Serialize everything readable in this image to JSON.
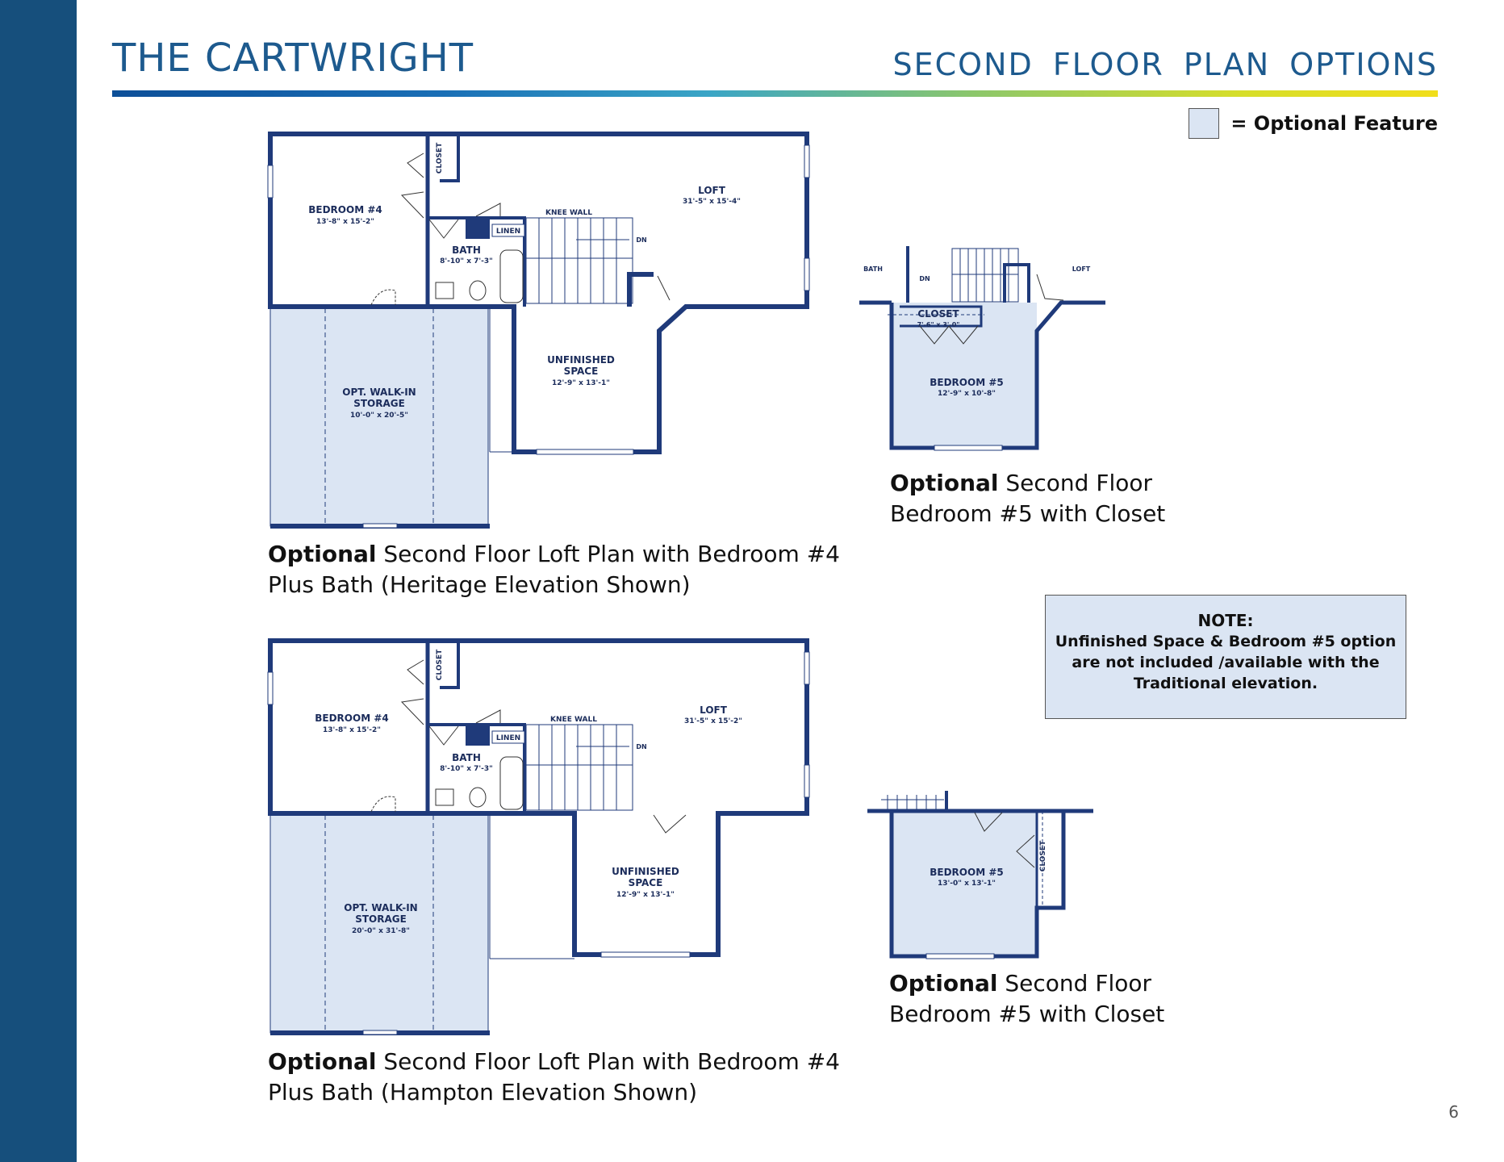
{
  "header": {
    "title": "THE CARTWRIGHT",
    "subtitle": "SECOND  FLOOR  PLAN  OPTIONS"
  },
  "legend": {
    "label": "= Optional Feature",
    "swatch_color": "#dbe5f3"
  },
  "colors": {
    "sidebar": "#164f7c",
    "wall": "#1f3a7a",
    "optional_fill": "#dbe5f3",
    "title": "#1d5a8e"
  },
  "plan_heritage": {
    "bedroom4": {
      "name": "BEDROOM #4",
      "size": "13'-8\" x 15'-2\""
    },
    "closet": "CLOSET",
    "linen": "LINEN",
    "bath": {
      "name": "BATH",
      "size": "8'-10\" x 7'-3\""
    },
    "knee_wall": "KNEE WALL",
    "dn": "DN",
    "loft": {
      "name": "LOFT",
      "size": "31'-5\" x 15'-4\""
    },
    "unfinished": {
      "line1": "UNFINISHED",
      "line2": "SPACE",
      "size": "12'-9\" x 13'-1\""
    },
    "storage": {
      "line1": "OPT. WALK-IN",
      "line2": "STORAGE",
      "size": "10'-0\" x 20'-5\""
    }
  },
  "plan_hampton": {
    "bedroom4": {
      "name": "BEDROOM #4",
      "size": "13'-8\" x 15'-2\""
    },
    "closet": "CLOSET",
    "linen": "LINEN",
    "bath": {
      "name": "BATH",
      "size": "8'-10\" x 7'-3\""
    },
    "knee_wall": "KNEE WALL",
    "dn": "DN",
    "loft": {
      "name": "LOFT",
      "size": "31'-5\" x 15'-2\""
    },
    "unfinished": {
      "line1": "UNFINISHED",
      "line2": "SPACE",
      "size": "12'-9\" x 13'-1\""
    },
    "storage": {
      "line1": "OPT. WALK-IN",
      "line2": "STORAGE",
      "size": "20'-0\" x 31'-8\""
    }
  },
  "option_bed5_a": {
    "bath": "BATH",
    "dn": "DN",
    "loft": "LOFT",
    "closet": {
      "name": "CLOSET",
      "size": "7'-6\" x 3'-0\""
    },
    "bedroom5": {
      "name": "BEDROOM #5",
      "size": "12'-9\" x 10'-8\""
    }
  },
  "option_bed5_b": {
    "closet": "CLOSET",
    "bedroom5": {
      "name": "BEDROOM #5",
      "size": "13'-0\" x 13'-1\""
    }
  },
  "captions": {
    "heritage": {
      "bold": "Optional",
      "line1": " Second Floor Loft Plan with Bedroom #4",
      "line2": "Plus Bath (Heritage Elevation Shown)"
    },
    "bed5_a": {
      "bold": "Optional",
      "line1": " Second Floor",
      "line2": "Bedroom #5 with Closet"
    },
    "hampton": {
      "bold": "Optional",
      "line1": " Second Floor Loft Plan with Bedroom #4",
      "line2": "Plus Bath (Hampton Elevation Shown)"
    },
    "bed5_b": {
      "bold": "Optional",
      "line1": " Second Floor",
      "line2": "Bedroom #5 with Closet"
    }
  },
  "note": {
    "heading": "NOTE:",
    "line1": "Unfinished Space & Bedroom #5 option",
    "line2": "are not included /available with the",
    "line3": "Traditional elevation."
  },
  "page_number": "6"
}
